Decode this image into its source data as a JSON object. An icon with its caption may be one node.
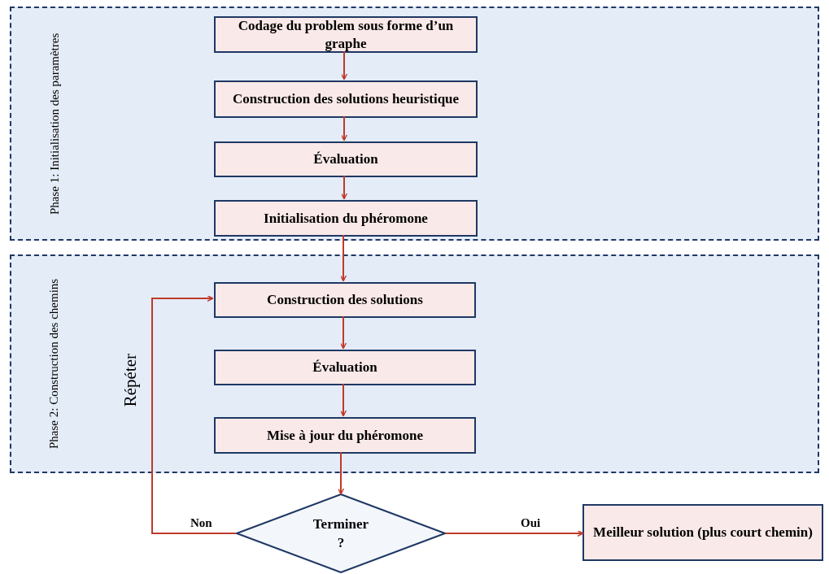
{
  "diagram": {
    "nodes": [
      {
        "text": [
          "Phase 1: Initialisation des paramètres"
        ]
      },
      {
        "text": [
          "Codage du problem sous forme d’un graphe"
        ],
        "in": 0
      },
      {
        "text": [
          "Construction des solutions heuristique"
        ],
        "in": 0
      },
      {
        "text": [
          "Évaluation"
        ],
        "in": 0
      },
      {
        "text": [
          "Initialisation du phéromone"
        ],
        "in": 0
      },
      {
        "text": [
          "Phase 2: Construction des chemins"
        ]
      },
      {
        "text": [
          "Construction des solutions"
        ],
        "in": 5
      },
      {
        "text": [
          "Évaluation"
        ],
        "in": 5
      },
      {
        "text": [
          "Mise à jour du phéromone"
        ],
        "in": 5
      },
      {
        "text": [
          "Terminer ?"
        ]
      },
      {
        "text": [
          "Meilleur solution (plus court chemin)"
        ]
      }
    ],
    "edges": [
      {
        "from": 1,
        "to": 2,
        "arrow": "to"
      },
      {
        "from": 2,
        "to": 3,
        "arrow": "to"
      },
      {
        "from": 3,
        "to": 4,
        "arrow": "to"
      },
      {
        "from": 4,
        "to": 6,
        "arrow": "to"
      },
      {
        "from": 6,
        "to": 7,
        "arrow": "to"
      },
      {
        "from": 7,
        "to": 8,
        "arrow": "to"
      },
      {
        "from": 8,
        "to": 9,
        "arrow": "to"
      },
      {
        "from": 9,
        "to": 6,
        "arrow": "to",
        "label": "Non"
      },
      {
        "from": 9,
        "to": 10,
        "arrow": "to",
        "label": "Oui"
      }
    ],
    "labels": [
      "Répéter"
    ]
  }
}
